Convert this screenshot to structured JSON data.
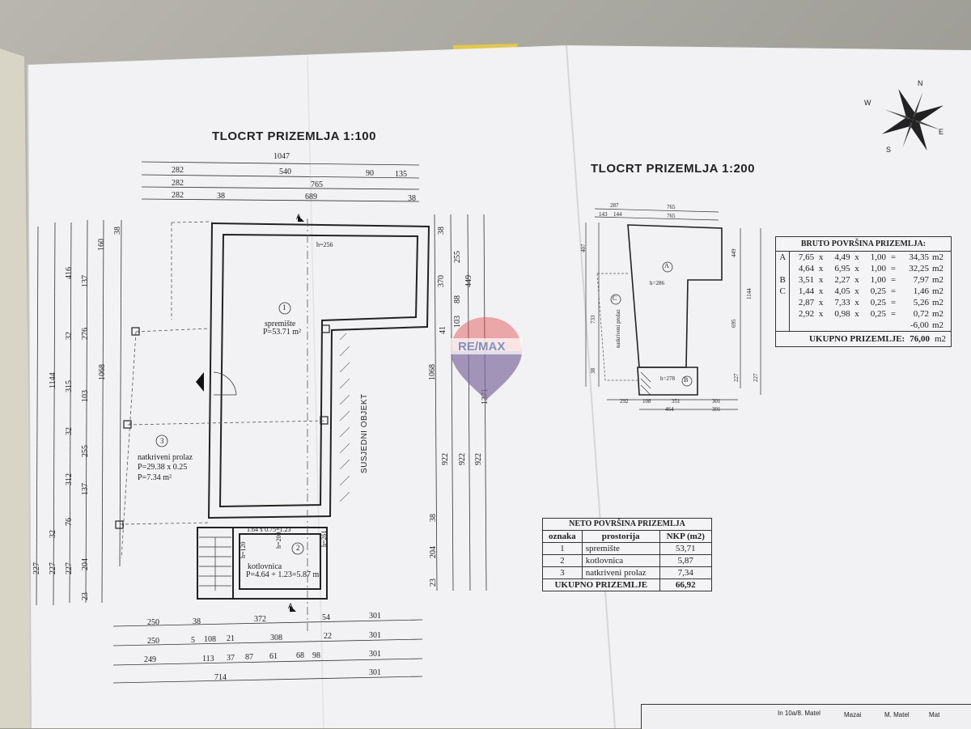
{
  "plan_large": {
    "title": "TLOCRT PRIZEMLJA 1:100",
    "top_dims": {
      "row1": [
        "1047"
      ],
      "row2": [
        "282",
        "540",
        "90",
        "135"
      ],
      "row3": [
        "282",
        "765"
      ],
      "row4": [
        "282",
        "38",
        "689",
        "38"
      ]
    },
    "left_dims": [
      "1144",
      "1068",
      "416",
      "160",
      "137",
      "32",
      "276",
      "315",
      "32",
      "255",
      "312",
      "137",
      "76",
      "32",
      "227",
      "227",
      "227",
      "204",
      "23",
      "38",
      "103"
    ],
    "right_dims": [
      "38",
      "255",
      "370",
      "449",
      "88",
      "103",
      "41",
      "1068",
      "1371",
      "922",
      "922",
      "922",
      "204",
      "38",
      "23"
    ],
    "bottom_dims": {
      "row1": [
        "250",
        "38",
        "372",
        "54",
        "301"
      ],
      "row2": [
        "250",
        "5",
        "108",
        "21",
        "308",
        "22",
        "301"
      ],
      "row3": [
        "249",
        "113",
        "37",
        "87",
        "61",
        "68",
        "98",
        "301"
      ],
      "row4": [
        "714",
        "301"
      ]
    },
    "rooms": [
      {
        "num": "1",
        "name": "spremište",
        "area": "P=53.71 m²",
        "height": "h=256"
      },
      {
        "num": "2",
        "name": "kotlovnica",
        "area": "P=4.64 + 1.23=5.87 m²",
        "calc": "1.64 x 0.75=1.23",
        "h1": "h=120",
        "h2": "h=200",
        "h3": "h=261"
      },
      {
        "num": "3",
        "name": "natkriveni prolaz",
        "area": "P=29.38 x 0.25",
        "area2": "P=7.34 m²"
      }
    ],
    "neighbor": "SUSJEDNI OBJEKT",
    "section_marks": [
      "A",
      "A"
    ]
  },
  "plan_small": {
    "title": "TLOCRT PRIZEMLJA 1:200",
    "top_dims": [
      "287",
      "765",
      "143",
      "144",
      "765"
    ],
    "bottom_dims": [
      "292",
      "108",
      "351",
      "301",
      "464",
      "301"
    ],
    "left_dims": [
      "407",
      "733",
      "38"
    ],
    "right_dims": [
      "449",
      "1144",
      "695",
      "227",
      "227"
    ],
    "labels": {
      "a": "A",
      "b": "B",
      "c": "C",
      "h_a": "h=286",
      "h_b": "h=278",
      "c_name": "natkriveni prolaz"
    }
  },
  "compass": {
    "n": "N",
    "s": "S",
    "e": "E",
    "w": "W"
  },
  "watermark": "RE/MAX",
  "bruto_table": {
    "title": "BRUTO POVRŠINA PRIZEMLJA:",
    "rows": [
      {
        "k": "A",
        "a": "7,65",
        "b": "4,49",
        "c": "1,00",
        "v": "34,35",
        "u": "m2"
      },
      {
        "k": "",
        "a": "4,64",
        "b": "6,95",
        "c": "1,00",
        "v": "32,25",
        "u": "m2"
      },
      {
        "k": "B",
        "a": "3,51",
        "b": "2,27",
        "c": "1,00",
        "v": "7,97",
        "u": "m2"
      },
      {
        "k": "C",
        "a": "1,44",
        "b": "4,05",
        "c": "0,25",
        "v": "1,46",
        "u": "m2"
      },
      {
        "k": "",
        "a": "2,87",
        "b": "7,33",
        "c": "0,25",
        "v": "5,26",
        "u": "m2"
      },
      {
        "k": "",
        "a": "2,92",
        "b": "0,98",
        "c": "0,25",
        "v": "0,72",
        "u": "m2"
      },
      {
        "k": "",
        "a": "",
        "b": "",
        "c": "",
        "v": "-6,00",
        "u": "m2"
      }
    ],
    "total_label": "UKUPNO PRIZEMLJE:",
    "total_value": "76,00",
    "total_unit": "m2",
    "x": "x",
    "eq": "="
  },
  "neto_table": {
    "title": "NETO POVRŠINA PRIZEMLJA",
    "headers": [
      "oznaka",
      "prostorija",
      "NKP (m2)"
    ],
    "rows": [
      {
        "n": "1",
        "name": "spremište",
        "v": "53,71"
      },
      {
        "n": "2",
        "name": "kotlovnica",
        "v": "5,87"
      },
      {
        "n": "3",
        "name": "natkriveni prolaz",
        "v": "7,34"
      }
    ],
    "total_label": "UKUPNO PRIZEMLJE",
    "total_value": "66,92"
  },
  "titleblock": {
    "a": "In 10a/8. Matel",
    "b": "Mazai",
    "c": "M. Matel",
    "d": "Mat"
  }
}
